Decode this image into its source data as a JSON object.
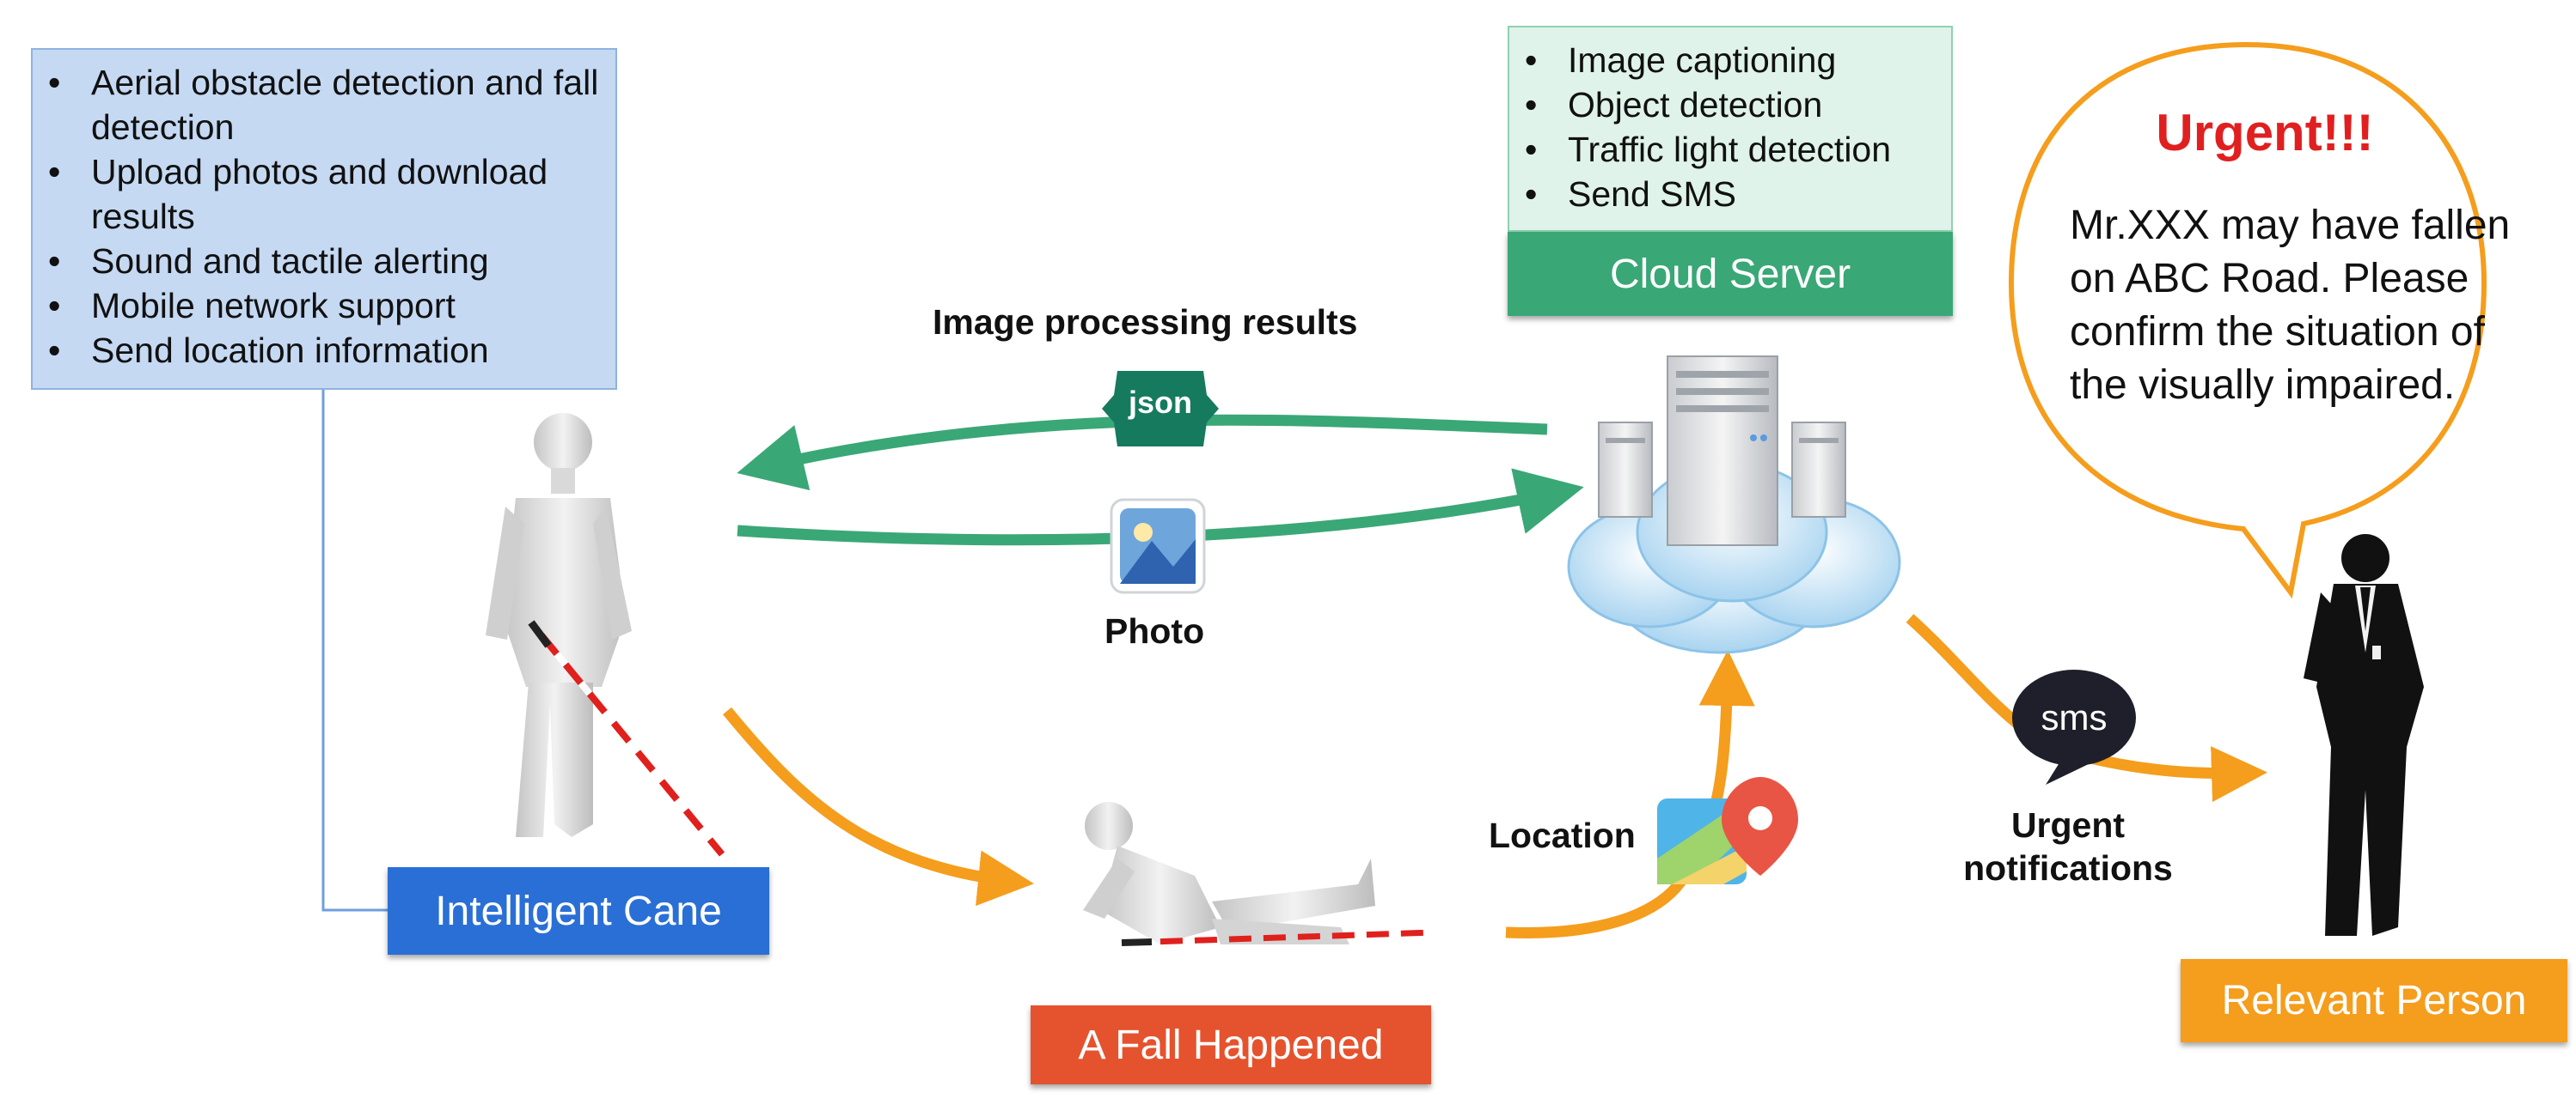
{
  "cane_features": [
    "Aerial obstacle detection and fall detection",
    "Upload photos and download results",
    "Sound and tactile alerting",
    "Mobile network  support",
    "Send location information"
  ],
  "cloud_features": [
    "Image captioning",
    "Object detection",
    "Traffic light detection",
    "Send SMS"
  ],
  "labels": {
    "cloud_server": "Cloud Server",
    "intelligent_cane": "Intelligent  Cane",
    "fall_happened": "A Fall Happened",
    "relevant_person": "Relevant Person"
  },
  "flow": {
    "image_processing_results": "Image processing results",
    "json_badge": "json",
    "photo": "Photo",
    "location": "Location",
    "sms_badge": "sms",
    "urgent_notifications_line1": "Urgent",
    "urgent_notifications_line2": "notifications"
  },
  "bubble": {
    "title": "Urgent!!!",
    "message": "Mr.XXX may have fallen on ABC Road. Please confirm the situation of the visually impaired."
  },
  "colors": {
    "green_arrow": "#3aa776",
    "orange_arrow": "#f59d1c",
    "cane_box": "#c5d9f3",
    "cloud_box": "#dff3ea",
    "urgent_red": "#e02020"
  }
}
